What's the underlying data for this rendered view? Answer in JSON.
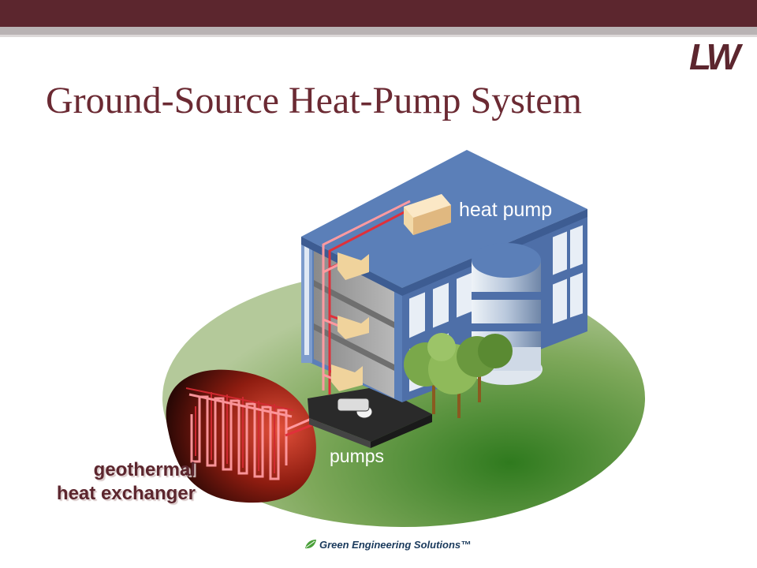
{
  "slide": {
    "title": "Ground-Source Heat-Pump System",
    "logo_text": "LW"
  },
  "diagram": {
    "labels": {
      "heat_pump": "heat pump",
      "pumps": "pumps",
      "geothermal_line1": "geothermal",
      "geothermal_line2": "heat exchanger"
    }
  },
  "footer": {
    "brand": "Green Engineering Solutions™"
  },
  "colors": {
    "header_bar": "#5c262e",
    "title": "#6b2a33",
    "building": "#5b7fb8",
    "pipe": "#e0303a",
    "ground": "#a8c47a"
  }
}
